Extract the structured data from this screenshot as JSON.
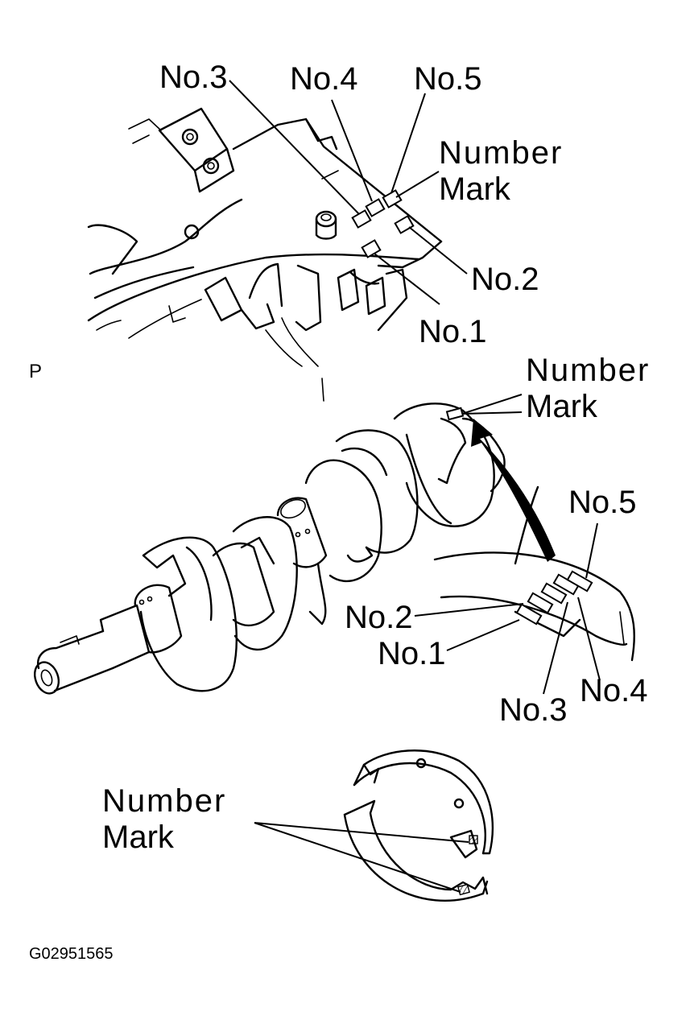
{
  "labels": {
    "block_no3": "No.3",
    "block_no4": "No.4",
    "block_no5": "No.5",
    "block_number": "Number",
    "block_mark": "Mark",
    "block_no2": "No.2",
    "block_no1": "No.1",
    "view_p": "P",
    "crank_number": "Number",
    "crank_mark": "Mark",
    "crank_no5": "No.5",
    "crank_no2": "No.2",
    "crank_no1": "No.1",
    "crank_no3": "No.3",
    "crank_no4": "No.4",
    "bearing_number": "Number",
    "bearing_mark": "Mark",
    "figure_code": "G02951565"
  }
}
